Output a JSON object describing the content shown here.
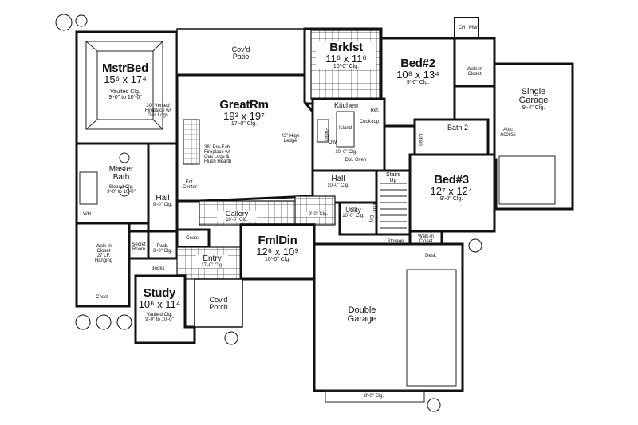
{
  "rooms": {
    "mstr_bed": {
      "name": "MstrBed",
      "dim": "15⁶ x 17⁴",
      "note1": "Vaulted Clg.",
      "note2": "9'-0\" to 10'-0\"",
      "fp1": "30\" Vented",
      "fp2": "Fireplace w/",
      "fp3": "Gas Logs"
    },
    "covd_patio": {
      "name": "Cov'd",
      "name2": "Patio"
    },
    "brkfst": {
      "name": "Brkfst",
      "dim": "11⁶ x 11⁶",
      "note": "10'-0\" Clg."
    },
    "bed2": {
      "name": "Bed#2",
      "dim": "10⁸ x 13⁴",
      "note": "9'-0\" Clg."
    },
    "walkin_top": {
      "a": "Walk-in",
      "b": "Closet"
    },
    "single_garage": {
      "name": "Single",
      "name2": "Garage",
      "note": "9'-4\" Clg.",
      "attic1": "Attic",
      "attic2": "Access"
    },
    "great_rm": {
      "name": "GreatRm",
      "dim": "19² x 19⁷",
      "note": "17'-0\" Clg.",
      "fp1": "36\" Pre-Fab",
      "fp2": "Fireplace w/",
      "fp3": "Gas Logs &",
      "fp4": "Flush Hearth",
      "ledge1": "42\" High",
      "ledge2": "Ledge"
    },
    "kitchen": {
      "name": "Kitchen",
      "note": "10'-0\" Clg.",
      "pantry": "Pantry",
      "island": "Island",
      "dw": "DW",
      "cooktop": "Cook-top",
      "ref": "Ref.",
      "dbl_oven": "Dbl. Oven"
    },
    "bath2": {
      "name": "Bath 2",
      "linen": "Linen"
    },
    "master_bath": {
      "name": "Master",
      "name2": "Bath",
      "note1": "Sloped Clg.",
      "note2": "9'-0\" to 10'-0\""
    },
    "hall_left": {
      "name": "Hall",
      "note": "9'-0\" Clg."
    },
    "ent_center": {
      "a": "Ent.",
      "b": "Center"
    },
    "hall_mid": {
      "name": "Hall",
      "note": "10'-0\" Clg."
    },
    "stairs": {
      "a": "Stairs",
      "b": "Up"
    },
    "bed3": {
      "name": "Bed#3",
      "dim": "12⁷ x 12⁴",
      "note": "9'-0\" Clg."
    },
    "gallery": {
      "name": "Gallery",
      "note": "10'-0\" Clg."
    },
    "gallery_clg": "9'-0\" Clg.",
    "utility": {
      "name": "Utility",
      "note": "10'-0\" Clg.",
      "dryer": "Dry",
      "washer": "Wsh"
    },
    "walkin_left": {
      "a": "Walk-in",
      "b": "Closet",
      "c": "27 LF.",
      "d": "Hanging",
      "chest": "Chest"
    },
    "coats": "Coats",
    "pwdr": {
      "name": "Pwdr.",
      "note": "9'-0\" Clg."
    },
    "secret_room": {
      "a": "Secret",
      "b": "Room"
    },
    "books": "Books",
    "entry": {
      "name": "Entry",
      "note": "17'-0\" Clg."
    },
    "fml_din": {
      "name": "FmlDin",
      "dim": "12⁶ x 10⁹",
      "note": "10'-0\" Clg."
    },
    "walkin_right": {
      "a": "Walk-in",
      "b": "Closet",
      "storage": "Storage",
      "desk": "Desk"
    },
    "study": {
      "name": "Study",
      "dim": "10⁶ x 11⁴",
      "note1": "Vaulted Clg.",
      "note2": "9'-0\" to 10'-0\""
    },
    "covd_porch": {
      "name": "Cov'd",
      "name2": "Porch"
    },
    "double_garage": {
      "name": "Double",
      "name2": "Garage"
    },
    "garage_door_clg": "8'-0\" Clg.",
    "wh": "WH",
    "ch": "CH",
    "mw": "MW"
  },
  "colors": {
    "ink": "#111111",
    "paper": "#ffffff"
  }
}
